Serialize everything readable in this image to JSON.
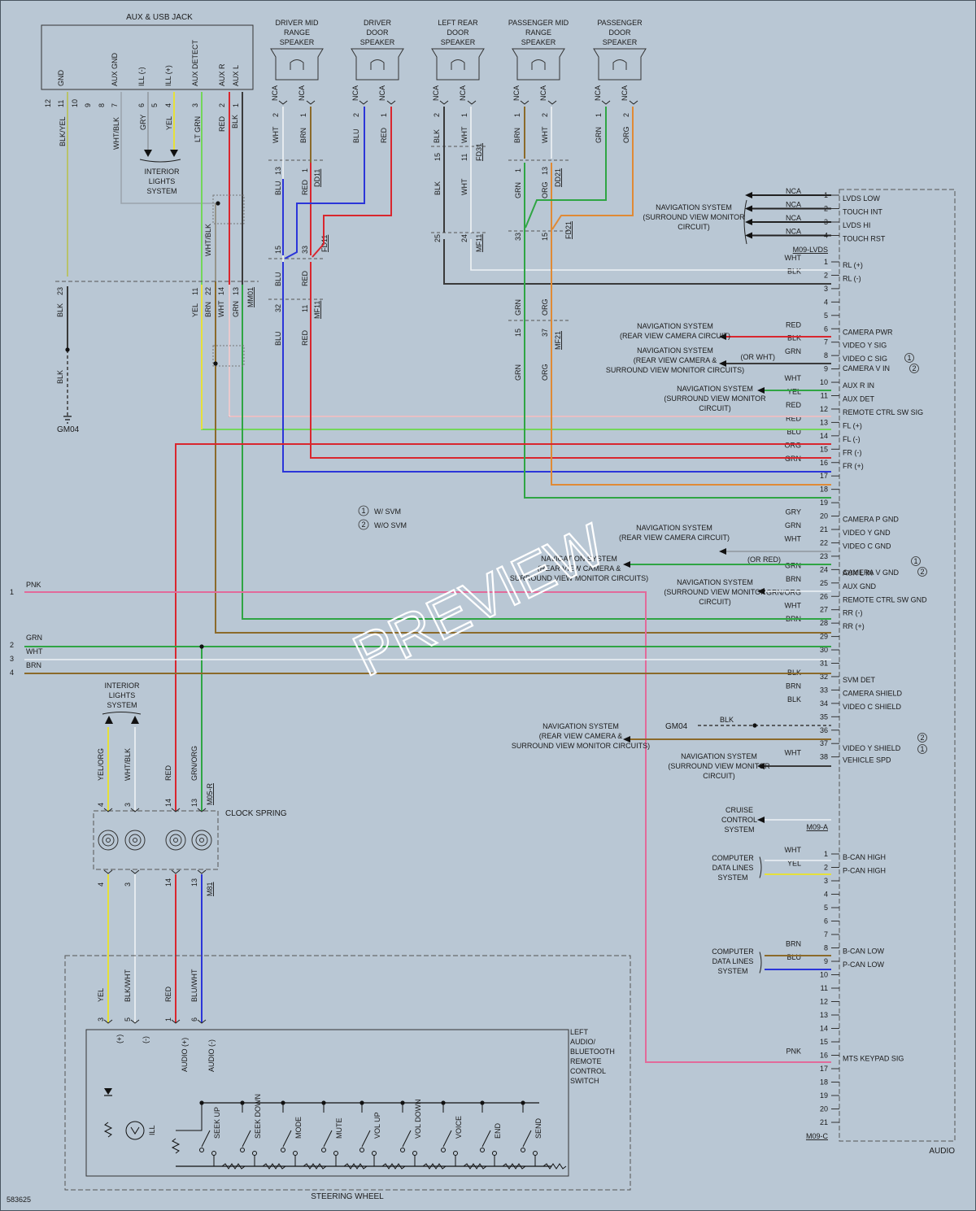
{
  "doc_id": "583625",
  "watermark": "PREVIEW",
  "colors": {
    "BLK": "#3a3a3a",
    "WHT": "#eef2f5",
    "RED": "#d9262e",
    "BLU": "#2b35d9",
    "GRN": "#2fa544",
    "YEL": "#e6e03a",
    "ORG": "#e08a35",
    "BRN": "#8b6a2a",
    "GRY": "#9aa3ab",
    "PNK": "#e26a9a",
    "LTGRN": "#73d65a",
    "BLKYEL": "#b8c26a",
    "BG": "#b9c7d4"
  },
  "aux_jack": {
    "title": "AUX & USB JACK",
    "pins": [
      {
        "num": "12",
        "name": ""
      },
      {
        "num": "11",
        "name": "GND"
      },
      {
        "num": "10",
        "name": ""
      },
      {
        "num": "9",
        "name": ""
      },
      {
        "num": "8",
        "name": ""
      },
      {
        "num": "7",
        "name": "AUX GND"
      },
      {
        "num": "6",
        "name": "ILL (-)"
      },
      {
        "num": "5",
        "name": ""
      },
      {
        "num": "4",
        "name": "ILL (+)"
      },
      {
        "num": "3",
        "name": "AUX DETECT"
      },
      {
        "num": "2",
        "name": "AUX R"
      },
      {
        "num": "1",
        "name": "AUX L"
      }
    ],
    "wire_labels": [
      "BLK/YEL",
      "WHT/BLK",
      "GRY",
      "YEL",
      "LT GRN",
      "RED",
      "BLK"
    ],
    "interior_lights": "INTERIOR LIGHTS SYSTEM"
  },
  "speakers": [
    {
      "title": "DRIVER MID RANGE SPEAKER",
      "pin_a": "2",
      "pin_b": "1",
      "nca": "NCA",
      "wire_a": "WHT",
      "wire_b": "BRN",
      "conn_top": "DD11",
      "conn_mid": "FD11",
      "conn_bot": "MF11",
      "top_pins": [
        "13",
        "1"
      ],
      "mid_pins": [
        "15",
        "33"
      ],
      "bot_pins": [
        "32",
        "11"
      ],
      "mid_wires": [
        "BLU",
        "RED"
      ],
      "lower_wires": [
        "BLU",
        "RED"
      ],
      "bot_wires": [
        "BLU",
        "RED"
      ]
    },
    {
      "title": "DRIVER DOOR SPEAKER",
      "pin_a": "2",
      "pin_b": "1",
      "nca": "NCA",
      "wire_a": "BLU",
      "wire_b": "RED"
    },
    {
      "title": "LEFT REAR DOOR SPEAKER",
      "pin_a": "2",
      "pin_b": "1",
      "nca": "NCA",
      "wire_a": "BLK",
      "wire_b": "WHT",
      "conn_top": "FD31",
      "conn_mid": "MF11",
      "top_pins": [
        "15",
        "11"
      ],
      "mid_pins": [
        "25",
        "24"
      ],
      "mid_wires": [
        "BLK",
        "WHT"
      ]
    },
    {
      "title": "PASSENGER MID RANGE SPEAKER",
      "pin_a": "1",
      "pin_b": "2",
      "nca": "NCA",
      "wire_a": "BRN",
      "wire_b": "WHT",
      "conn_top": "DD21",
      "conn_mid": "FD21",
      "conn_bot": "MF21",
      "top_pins": [
        "1",
        "13"
      ],
      "mid_pins": [
        "33",
        "15"
      ],
      "bot_pins": [
        "15",
        "37"
      ],
      "mid_wires": [
        "GRN",
        "ORG"
      ],
      "bot_wires": [
        "GRN",
        "ORG"
      ],
      "lower_wires": [
        "GRN",
        "ORG"
      ]
    },
    {
      "title": "PASSENGER DOOR SPEAKER",
      "pin_a": "1",
      "pin_b": "2",
      "nca": "NCA",
      "wire_a": "GRN",
      "wire_b": "ORG"
    }
  ],
  "mm01": {
    "conn": "MM01",
    "pins": [
      "23",
      "11",
      "22",
      "14",
      "13"
    ],
    "wires_below": [
      "BLK",
      "YEL",
      "BRN",
      "WHT",
      "GRN"
    ],
    "wires_above": [
      "WHT/BLK"
    ],
    "ground": "GM04",
    "ground_wire": "BLK"
  },
  "legend": [
    {
      "num": "1",
      "text": "W/ SVM"
    },
    {
      "num": "2",
      "text": "W/O SVM"
    }
  ],
  "audio_label": "AUDIO",
  "audio_connectors": [
    {
      "name": "M09-LVDS",
      "pins": [
        {
          "n": "1",
          "wire": "NCA",
          "sig": "LVDS LOW"
        },
        {
          "n": "2",
          "wire": "NCA",
          "sig": "TOUCH INT"
        },
        {
          "n": "3",
          "wire": "NCA",
          "sig": "LVDS HI"
        },
        {
          "n": "4",
          "wire": "NCA",
          "sig": "TOUCH RST"
        }
      ]
    },
    {
      "name": "",
      "pins": [
        {
          "n": "1",
          "wire": "WHT",
          "sig": "RL (+)"
        },
        {
          "n": "2",
          "wire": "BLK",
          "sig": "RL (-)"
        },
        {
          "n": "3",
          "wire": "",
          "sig": ""
        },
        {
          "n": "4",
          "wire": "",
          "sig": ""
        },
        {
          "n": "5",
          "wire": "",
          "sig": ""
        },
        {
          "n": "6",
          "wire": "RED",
          "sig": "CAMERA PWR"
        },
        {
          "n": "7",
          "wire": "BLK",
          "sig": "VIDEO Y SIG"
        },
        {
          "n": "8",
          "wire": "GRN",
          "sig": "VIDEO C SIG"
        },
        {
          "n": "9",
          "wire": "",
          "sig": ""
        },
        {
          "n": "10",
          "wire": "WHT",
          "sig": "AUX R IN"
        },
        {
          "n": "11",
          "wire": "YEL",
          "sig": "AUX DET"
        },
        {
          "n": "12",
          "wire": "RED",
          "sig": "REMOTE CTRL SW SIG"
        },
        {
          "n": "13",
          "wire": "RED",
          "sig": "FL (+)"
        },
        {
          "n": "14",
          "wire": "BLU",
          "sig": "FL (-)"
        },
        {
          "n": "15",
          "wire": "ORG",
          "sig": "FR (-)"
        },
        {
          "n": "16",
          "wire": "GRN",
          "sig": "FR (+)"
        },
        {
          "n": "17",
          "wire": "",
          "sig": ""
        },
        {
          "n": "18",
          "wire": "",
          "sig": ""
        },
        {
          "n": "19",
          "wire": "",
          "sig": ""
        },
        {
          "n": "20",
          "wire": "GRY",
          "sig": "CAMERA P GND"
        },
        {
          "n": "21",
          "wire": "GRN",
          "sig": "VIDEO Y GND"
        },
        {
          "n": "22",
          "wire": "WHT",
          "sig": "VIDEO C GND"
        },
        {
          "n": "23",
          "wire": "",
          "sig": ""
        },
        {
          "n": "24",
          "wire": "GRN",
          "sig": "AUX L IN"
        },
        {
          "n": "25",
          "wire": "BRN",
          "sig": "AUX GND"
        },
        {
          "n": "26",
          "wire": "GRN/ORG",
          "sig": "REMOTE CTRL SW GND"
        },
        {
          "n": "27",
          "wire": "WHT",
          "sig": "RR (-)"
        },
        {
          "n": "28",
          "wire": "BRN",
          "sig": "RR (+)"
        },
        {
          "n": "29",
          "wire": "",
          "sig": ""
        },
        {
          "n": "30",
          "wire": "",
          "sig": ""
        },
        {
          "n": "31",
          "wire": "",
          "sig": ""
        },
        {
          "n": "32",
          "wire": "BLK",
          "sig": "SVM DET"
        },
        {
          "n": "33",
          "wire": "BRN",
          "sig": "CAMERA SHIELD"
        },
        {
          "n": "34",
          "wire": "BLK",
          "sig": "VIDEO C SHIELD"
        },
        {
          "n": "35",
          "wire": "",
          "sig": ""
        },
        {
          "n": "36",
          "wire": "",
          "sig": ""
        },
        {
          "n": "37",
          "wire": "",
          "sig": ""
        },
        {
          "n": "38",
          "wire": "WHT",
          "sig": "VEHICLE SPD"
        }
      ]
    },
    {
      "name": "M09-A",
      "pins": []
    },
    {
      "name": "M09-C",
      "pins": [
        {
          "n": "1",
          "wire": "WHT",
          "sig": "B-CAN HIGH"
        },
        {
          "n": "2",
          "wire": "YEL",
          "sig": "P-CAN HIGH"
        },
        {
          "n": "3",
          "wire": "",
          "sig": ""
        },
        {
          "n": "4",
          "wire": "",
          "sig": ""
        },
        {
          "n": "5",
          "wire": "",
          "sig": ""
        },
        {
          "n": "6",
          "wire": "",
          "sig": ""
        },
        {
          "n": "7",
          "wire": "",
          "sig": ""
        },
        {
          "n": "8",
          "wire": "BRN",
          "sig": "B-CAN LOW"
        },
        {
          "n": "9",
          "wire": "BLU",
          "sig": "P-CAN LOW"
        },
        {
          "n": "10",
          "wire": "",
          "sig": ""
        },
        {
          "n": "11",
          "wire": "",
          "sig": ""
        },
        {
          "n": "12",
          "wire": "",
          "sig": ""
        },
        {
          "n": "13",
          "wire": "",
          "sig": ""
        },
        {
          "n": "14",
          "wire": "",
          "sig": ""
        },
        {
          "n": "15",
          "wire": "",
          "sig": ""
        },
        {
          "n": "16",
          "wire": "PNK",
          "sig": "MTS KEYPAD SIG"
        },
        {
          "n": "17",
          "wire": "",
          "sig": ""
        },
        {
          "n": "18",
          "wire": "",
          "sig": ""
        },
        {
          "n": "19",
          "wire": "",
          "sig": ""
        },
        {
          "n": "20",
          "wire": "",
          "sig": ""
        },
        {
          "n": "21",
          "wire": "",
          "sig": ""
        }
      ]
    }
  ],
  "audio_extra": {
    "pin7_alt": "CAMERA V IN",
    "pin21_alt": "CAMERA V GND",
    "pin33_alt": "VIDEO Y SHIELD",
    "or_wht": "(OR WHT)",
    "or_red": "(OR RED)",
    "gm04": "GM04",
    "blk": "BLK"
  },
  "nav_labels": [
    "NAVIGATION SYSTEM (SURROUND VIEW MONITOR CIRCUIT)",
    "NAVIGATION SYSTEM (REAR VIEW CAMERA CIRCUIT)",
    "NAVIGATION SYSTEM (REAR VIEW CAMERA & SURROUND VIEW MONITOR CIRCUITS)",
    "NAVIGATION SYSTEM (SURROUND VIEW MONITOR CIRCUIT)",
    "NAVIGATION SYSTEM (REAR VIEW CAMERA CIRCUIT)",
    "NAVIGATION SYSTEM (REAR VIEW CAMERA & SURROUND VIEW MONITOR CIRCUITS)",
    "NAVIGATION SYSTEM (SURROUND VIEW MONITOR CIRCUIT)",
    "NAVIGATION SYSTEM (REAR VIEW CAMERA & SURROUND VIEW MONITOR CIRCUITS)",
    "NAVIGATION SYSTEM (SURROUND VIEW MONITOR CIRCUIT)",
    "CRUISE CONTROL SYSTEM",
    "COMPUTER DATA LINES SYSTEM",
    "COMPUTER DATA LINES SYSTEM"
  ],
  "left_wires": [
    {
      "num": "1",
      "color": "PNK"
    },
    {
      "num": "2",
      "color": "GRN"
    },
    {
      "num": "3",
      "color": "WHT"
    },
    {
      "num": "4",
      "color": "BRN"
    }
  ],
  "clock_spring": {
    "title": "CLOCK SPRING",
    "top_pins": [
      "4",
      "3",
      "14",
      "13"
    ],
    "top_wires": [
      "YEL/ORG",
      "WHT/BLK",
      "RED",
      "GRN/ORG"
    ],
    "top_conn": "M05-R",
    "bot_pins": [
      "4",
      "3",
      "14",
      "13"
    ],
    "bot_wires": [
      "YEL",
      "BLK/WHT",
      "RED",
      "BLU/WHT"
    ],
    "bot_conn": "M81",
    "interior_lights": "INTERIOR LIGHTS SYSTEM"
  },
  "steering": {
    "title": "STEERING WHEEL",
    "switch_title": "LEFT AUDIO/ BLUETOOTH REMOTE CONTROL SWITCH",
    "pins": [
      "3",
      "5",
      "1",
      "6"
    ],
    "pin_labels": [
      "(+)",
      "(-)",
      "AUDIO (+)",
      "AUDIO (-)"
    ],
    "ill": "ILL",
    "buttons": [
      "SEEK UP",
      "SEEK DOWN",
      "MODE",
      "MUTE",
      "VOL UP",
      "VOL DOWN",
      "VOICE",
      "END",
      "SEND"
    ]
  }
}
